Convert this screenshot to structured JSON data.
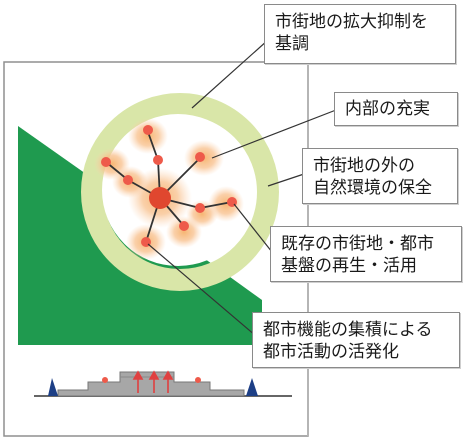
{
  "callouts": {
    "control": "市街地の拡大抑制を\n基調",
    "inner": "内部の充実",
    "nature": "市街地の外の\n自然環境の保全",
    "regen": "既存の市街地・都市\n基盤の再生・活用",
    "concentr": "都市機能の集積による\n都市活動の活発化"
  },
  "colors": {
    "green_hill": "#1f9a4f",
    "ring": "#d9e6a8",
    "urban_core": "#e0472f",
    "urban_node": "#ee5a4a",
    "glow": "#f5a46a",
    "frame_border": "#8f8f8f",
    "marker": "#1d3f86"
  }
}
